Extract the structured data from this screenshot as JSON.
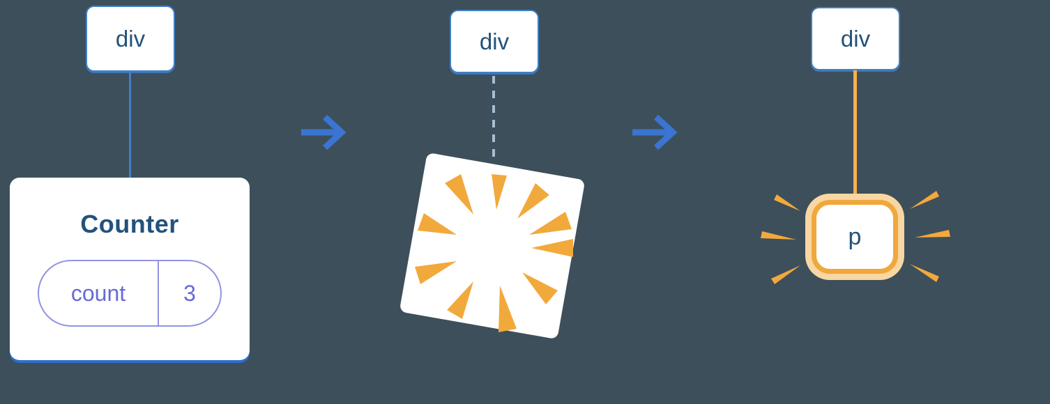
{
  "diagram": {
    "description": "component-unmount-and-replace-diagram",
    "background": "#3d4f5b",
    "stages": {
      "before": {
        "root": {
          "label": "div"
        },
        "connector_style": "solid-blue",
        "component_card": {
          "title": "Counter",
          "state": {
            "key": "count",
            "value": "3"
          }
        }
      },
      "during": {
        "root": {
          "label": "div"
        },
        "connector_style": "dashed-gray",
        "effect": "poof-burst"
      },
      "after": {
        "root": {
          "label": "div"
        },
        "connector_style": "solid-orange",
        "element": {
          "label": "p"
        },
        "effect": "highlight-sparkles"
      }
    },
    "arrows": [
      {
        "icon": "arrow-right-icon"
      },
      {
        "icon": "arrow-right-icon"
      }
    ],
    "colors": {
      "background": "#3d4f5b",
      "node_fill": "#ffffff",
      "node_border": "#4180c4",
      "node_text": "#23527a",
      "connector_blue": "#4180c4",
      "connector_dashed": "#a6bed2",
      "connector_orange": "#f6b14f",
      "arrow_blue": "#3b74d1",
      "card_shadow_blue": "#2d6fce",
      "state_text_purple": "#666bd6",
      "state_border_purple": "#9193e0",
      "burst_orange": "#f2a93b",
      "highlight_border_orange": "#f0a73c",
      "highlight_glow_orange": "#f8d7a2"
    }
  }
}
